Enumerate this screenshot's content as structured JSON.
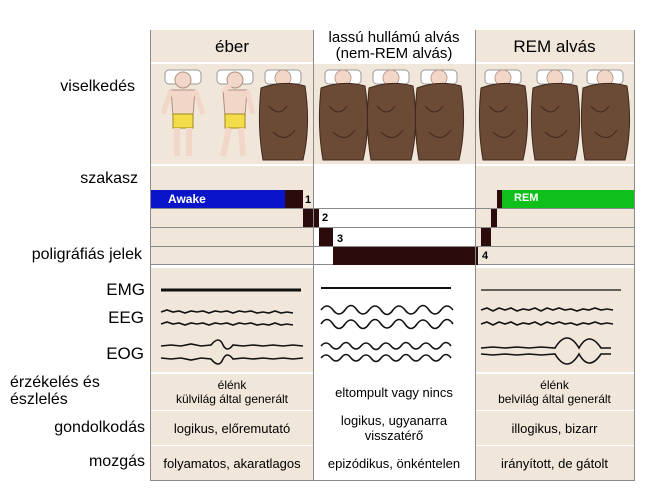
{
  "columns": {
    "awake": "éber",
    "slow_wave": "lassú hullámú alvás\n(nem-REM alvás)",
    "rem": "REM alvás"
  },
  "rows": {
    "behavior": "viselkedés",
    "stage": "szakasz",
    "polygraph": "poligráfiás jelek",
    "emg": "EMG",
    "eeg": "EEG",
    "eog": "EOG",
    "perception": "érzékelés és\nészlelés",
    "thinking": "gondolkodás",
    "movement": "mozgás"
  },
  "stage_bar": {
    "awake_label": "Awake",
    "rem_label": "REM",
    "numbers": [
      "1",
      "2",
      "3",
      "4"
    ],
    "awake_color": "#0a14c8",
    "rem_color": "#0fbf1a",
    "dark_color": "#2b0b0b"
  },
  "cells": {
    "perception": [
      "élénk\nkülvilág által generált",
      "eltompult vagy nincs",
      "élénk\nbelvilág által generált"
    ],
    "thinking": [
      "logikus, előremutató",
      "logikus, ugyanarra\nvisszatérő",
      "illogikus, bizarr"
    ],
    "movement": [
      "folyamatos, akaratlagos",
      "epizódikus, önkéntelen",
      "irányított, de gátolt"
    ]
  },
  "colors": {
    "panel": "#f1e6da",
    "blanket": "#6b4a36",
    "skin": "#f2d6c8",
    "shorts": "#f2dc4a"
  }
}
